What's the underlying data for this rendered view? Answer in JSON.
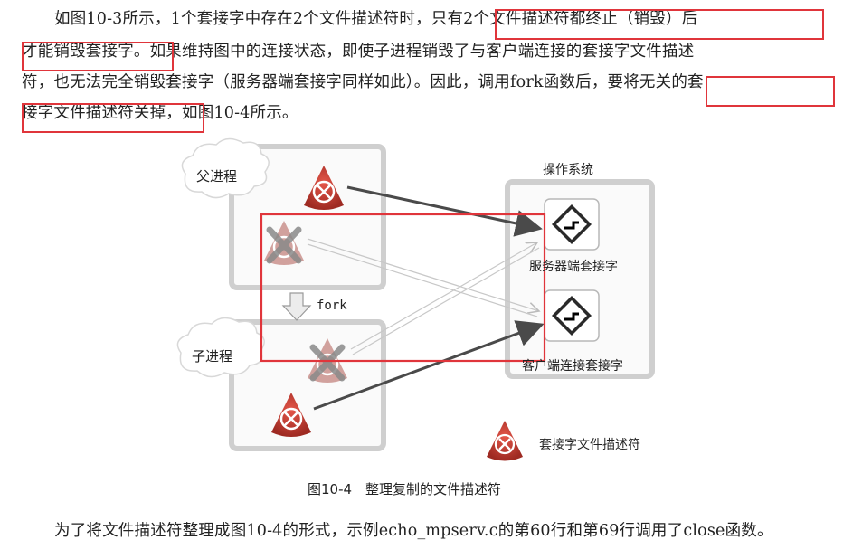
{
  "paragraph1": {
    "line1": "如图10-3所示，1个套接字中存在2个文件描述符时，只有2个文件描述符都终止（销毁）后",
    "line2": "才能销毁套接字。如果维持图中的连接状态，即使子进程销毁了与客户端连接的套接字文件描述",
    "line3": "符，也无法完全销毁套接字（服务器端套接字同样如此）。因此，调用fork函数后，要将无关的套",
    "line4": "接字文件描述符关掉，如图10-4所示。"
  },
  "figure": {
    "parent_process_label": "父进程",
    "child_process_label": "子进程",
    "fork_label": "fork",
    "os_label": "操作系统",
    "server_socket_label": "服务器端套接字",
    "client_socket_label": "客户端连接套接字",
    "legend_label": "套接字文件描述符",
    "caption": "图10-4　整理复制的文件描述符"
  },
  "paragraph2": {
    "line1": "为了将文件描述符整理成图10-4的形式，示例echo_mpserv.c的第60行和第69行调用了close函数。"
  },
  "colors": {
    "highlight_box": "#e0353b",
    "process_box": "#cfcfcf",
    "arrow": "#4a4a4a",
    "icon_red": "#c0392b"
  }
}
